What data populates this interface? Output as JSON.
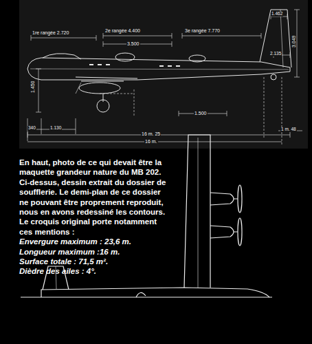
{
  "diagram": {
    "caption": "En haut, photo de ce qui devait être la maquette grandeur nature du MB 202. Ci-dessus, dessin extrait du dossier de soufflerie. Le demi-plan de ce dossier ne pouvant être proprement reproduit, nous en avons redessiné les contours. Le croquis original porte notamment ces mentions :",
    "labels": [
      "1re rangée 2.720",
      "2e rangée 4.400",
      "3e rangée 7.770",
      "3.500",
      "1.462",
      "2.135",
      "3.049",
      "1.500",
      "1.450",
      "340",
      "1.130",
      "16 m. 25",
      "16 m.",
      "1 m. 48",
      "Envergure maximum : 23,6 m.",
      "Longueur maximum :16 m.",
      "Surface totale : 71,5 m².",
      "Dièdre des ailes : 4°."
    ]
  }
}
